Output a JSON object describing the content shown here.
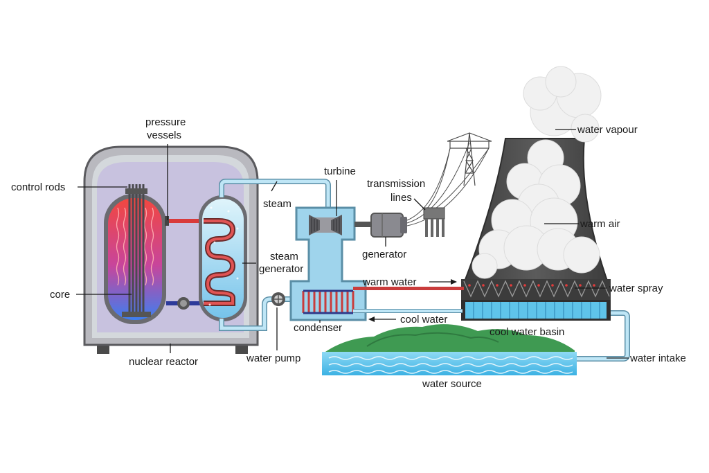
{
  "labels": {
    "pressure_vessels_1": "pressure",
    "pressure_vessels_2": "vessels",
    "control_rods": "control rods",
    "core": "core",
    "nuclear_reactor": "nuclear reactor",
    "steam": "steam",
    "steam_generator_1": "steam",
    "steam_generator_2": "generator",
    "turbine": "turbine",
    "transmission_lines_1": "transmission",
    "transmission_lines_2": "lines",
    "generator": "generator",
    "condenser": "condenser",
    "water_pump": "water pump",
    "warm_water": "warm water",
    "cool_water": "cool water",
    "water_vapour": "water vapour",
    "warm_air": "warm air",
    "water_spray": "water spray",
    "cool_water_basin": "cool water basin",
    "water_intake": "water intake",
    "water_source": "water source"
  },
  "colors": {
    "reactor_shell": "#bcbcc2",
    "reactor_inner": "#c9c3de",
    "core_hot": "#f2473f",
    "core_cold": "#4a86f0",
    "pipe_cool": "#a9dcef",
    "pipe_hot": "#d93a3a",
    "tower": "#4a4a4a",
    "water": "#5fc4ea",
    "hill": "#3f9a52",
    "steam_cloud": "#eeeeee"
  },
  "icons": [
    "transmission-tower-icon",
    "water-pump-icon",
    "turbine-icon",
    "generator-icon",
    "transformer-icon"
  ]
}
